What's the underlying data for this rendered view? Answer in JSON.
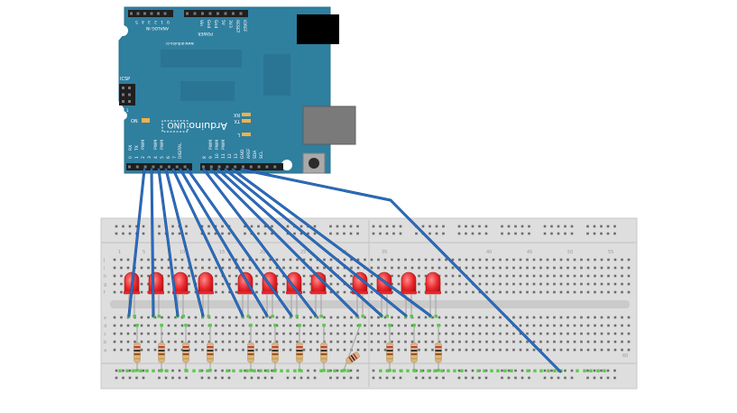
{
  "board": {
    "color": "#2f7f9f",
    "brand": "Arduino",
    "model": "UNO",
    "website": "www.arduino.cc",
    "power_header_labels": [
      "IOREF",
      "RESET",
      "3V3",
      "5V",
      "Gnd",
      "Gnd",
      "Vin"
    ],
    "power_caption": "POWER",
    "analog_labels": [
      "0",
      "1",
      "2",
      "3",
      "4",
      "5"
    ],
    "analog_caption": "ANALOG IN",
    "icsp_label": "ICSP",
    "icsp_pin_number": "1",
    "on_label": "ON",
    "tx_label": "TX",
    "rx_label": "RX",
    "l_label": "L",
    "digital_caption": "DIGITAL",
    "digital_pin_labels": [
      "0",
      "1",
      "2",
      "3",
      "4",
      "5",
      "6",
      "7",
      "8",
      "9",
      "10",
      "11",
      "12",
      "13"
    ],
    "pwm_label": "PWM",
    "rx_pin_label": "RX",
    "tx_pin_label": "TX",
    "gnd_pin_label": "GND",
    "aref_pin_label": "AREF",
    "sda_pin_label": "SDA",
    "scl_pin_label": "SCL"
  },
  "breadboard": {
    "column_numbers": [
      "1",
      "5",
      "10",
      "15",
      "20",
      "25",
      "30",
      "35",
      "40",
      "45",
      "50",
      "55",
      "60"
    ],
    "row_letters_top": [
      "j",
      "i",
      "h",
      "g",
      "f"
    ],
    "row_letters_bottom": [
      "e",
      "d",
      "c",
      "b",
      "a"
    ]
  },
  "components": {
    "led_count": 12,
    "led_color": "#e8262b",
    "resistor_count": 12,
    "wire_color": "#2a6fc4"
  }
}
